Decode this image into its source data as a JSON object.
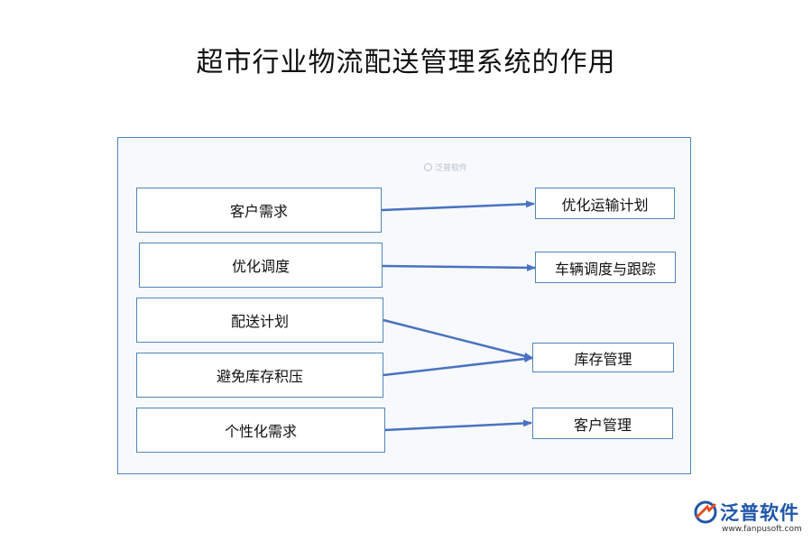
{
  "title": "超市行业物流配送管理系统的作用",
  "watermark": "泛普软件",
  "left_nodes": [
    {
      "label": "客户需求"
    },
    {
      "label": "优化调度"
    },
    {
      "label": "配送计划"
    },
    {
      "label": "避免库存积压"
    },
    {
      "label": "个性化需求"
    }
  ],
  "right_nodes": [
    {
      "label": "优化运输计划"
    },
    {
      "label": "车辆调度与跟踪"
    },
    {
      "label": "库存管理"
    },
    {
      "label": "客户管理"
    }
  ],
  "edges": [
    {
      "from": "客户需求",
      "to": "优化运输计划"
    },
    {
      "from": "优化调度",
      "to": "车辆调度与跟踪"
    },
    {
      "from": "配送计划",
      "to": "库存管理"
    },
    {
      "from": "避免库存积压",
      "to": "库存管理"
    },
    {
      "from": "个性化需求",
      "to": "客户管理"
    }
  ],
  "colors": {
    "border": "#4f86b8",
    "arrow": "#4a72c0",
    "brand": "#1f56a8"
  },
  "logo": {
    "name": "泛普软件",
    "url": "www.fanpusoft.com"
  }
}
